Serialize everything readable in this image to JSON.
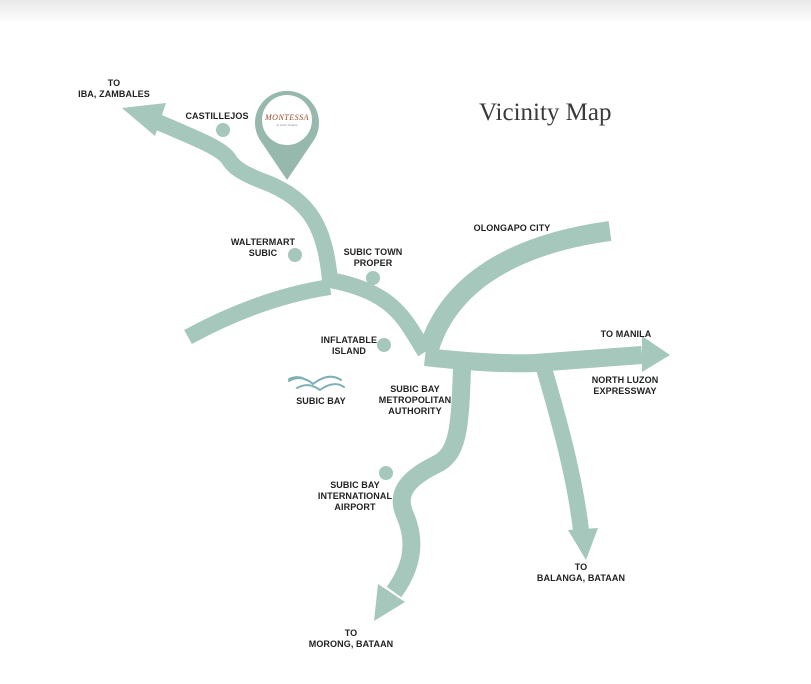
{
  "title": "Vicinity Map",
  "brand": {
    "name": "MONTESSA",
    "tagline": "at subic heights"
  },
  "labels": {
    "to_iba": "TO\nIBA, ZAMBALES",
    "castillejos": "CASTILLEJOS",
    "waltermart": "WALTERMART\nSUBIC",
    "subic_town": "SUBIC TOWN\nPROPER",
    "olongapo": "OLONGAPO CITY",
    "inflatable": "INFLATABLE\nISLAND",
    "to_manila": "TO MANILA",
    "nlex": "NORTH LUZON\nEXPRESSWAY",
    "subic_bay": "SUBIC BAY",
    "sbma": "SUBIC BAY\nMETROPOLITAN\nAUTHORITY",
    "airport": "SUBIC BAY\nINTERNATIONAL\nAIRPORT",
    "to_balanga": "TO\nBALANGA, BATAAN",
    "to_morong": "TO\nMORONG, BATAAN"
  },
  "colors": {
    "road": "#a5c7bc",
    "pin": "#97b8ad",
    "brand": "#9a4a24",
    "text": "#222222"
  },
  "icons": {
    "pin": "map-pin-icon",
    "bay": "wave-icon"
  }
}
